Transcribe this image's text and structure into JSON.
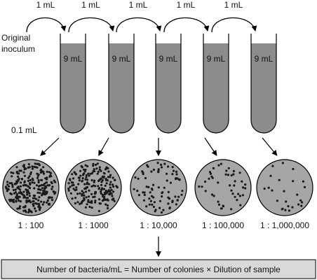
{
  "transfers": [
    "1 mL",
    "1 mL",
    "1 mL",
    "1 mL",
    "1 mL"
  ],
  "source_label": "Original\ninoculum",
  "tubes": [
    "9 mL",
    "9 mL",
    "9 mL",
    "9 mL",
    "9 mL"
  ],
  "plating_volume": "0.1 mL",
  "plates": [
    {
      "dilution": "1 : 100",
      "colony_count": 260
    },
    {
      "dilution": "1 : 1000",
      "colony_count": 200
    },
    {
      "dilution": "1 : 10,000",
      "colony_count": 80
    },
    {
      "dilution": "1 : 100,000",
      "colony_count": 45
    },
    {
      "dilution": "1 : 1,000,000",
      "colony_count": 25
    }
  ],
  "formula": "Number of bacteria/mL = Number of colonies × Dilution of sample",
  "colors": {
    "liquid": "#8c8c8c",
    "plate_fill": "#a6a6a6",
    "colony": "#1a1a1a",
    "formula_bg": "#d9d9d9",
    "stroke": "#000000"
  }
}
